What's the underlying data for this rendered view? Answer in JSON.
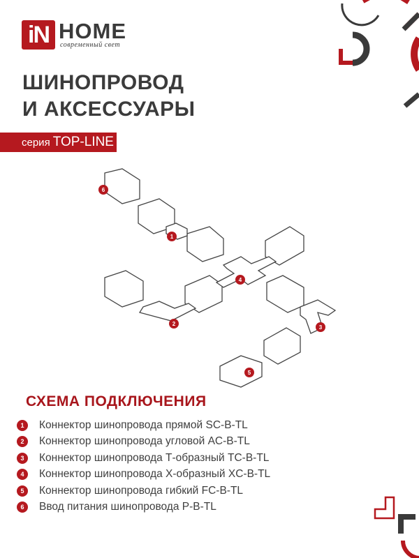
{
  "brand": {
    "logo_in": "iN",
    "logo_home": "HOME",
    "tagline": "современный свет"
  },
  "title": {
    "line1": "ШИНОПРОВОД",
    "line2": "И АКСЕССУАРЫ"
  },
  "series": {
    "prefix": "серия",
    "name": "TOP-LINE"
  },
  "diagram": {
    "markers": [
      "6",
      "1",
      "4",
      "2",
      "3",
      "5"
    ]
  },
  "scheme": {
    "heading": "СХЕМА ПОДКЛЮЧЕНИЯ",
    "items": [
      {
        "num": "1",
        "label": "Коннектор шинопровода прямой SC-B-TL"
      },
      {
        "num": "2",
        "label": "Коннектор шинопровода угловой AC-B-TL"
      },
      {
        "num": "3",
        "label": "Коннектор шинопровода Т-образный TC-B-TL"
      },
      {
        "num": "4",
        "label": "Коннектор шинопровода Х-образный XC-B-TL"
      },
      {
        "num": "5",
        "label": "Коннектор шинопровода гибкий FC-B-TL"
      },
      {
        "num": "6",
        "label": "Ввод питания шинопровода P-B-TL"
      }
    ]
  },
  "colors": {
    "accent": "#b5191f",
    "dark": "#3a3a3a"
  }
}
